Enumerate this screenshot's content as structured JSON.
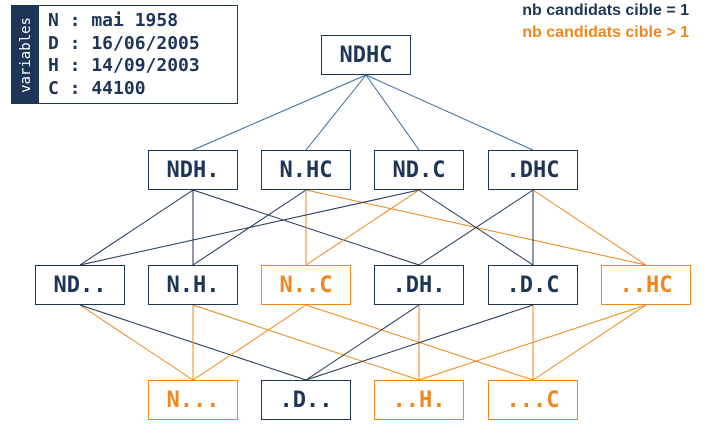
{
  "variables": {
    "tab_label": "variables",
    "lines": [
      "N : mai 1958",
      "D : 16/06/2005",
      "H : 14/09/2003",
      "C : 44100"
    ]
  },
  "legend": {
    "single": "nb candidats cible = 1",
    "multiple": "nb candidats cible > 1"
  },
  "colors": {
    "single": "#1d3557",
    "multiple": "#f0871c"
  },
  "lattice": {
    "nodes": [
      {
        "id": "NDHC",
        "label": "NDHC",
        "status": "single"
      },
      {
        "id": "NDH",
        "label": "NDH.",
        "status": "single"
      },
      {
        "id": "NHC",
        "label": "N.HC",
        "status": "single"
      },
      {
        "id": "NDC",
        "label": "ND.C",
        "status": "single"
      },
      {
        "id": "DHC",
        "label": ".DHC",
        "status": "single"
      },
      {
        "id": "ND",
        "label": "ND..",
        "status": "single"
      },
      {
        "id": "NH",
        "label": "N.H.",
        "status": "single"
      },
      {
        "id": "NC",
        "label": "N..C",
        "status": "multiple"
      },
      {
        "id": "DH",
        "label": ".DH.",
        "status": "single"
      },
      {
        "id": "DC",
        "label": ".D.C",
        "status": "single"
      },
      {
        "id": "HC",
        "label": "..HC",
        "status": "multiple"
      },
      {
        "id": "N",
        "label": "N...",
        "status": "multiple"
      },
      {
        "id": "D",
        "label": ".D..",
        "status": "single"
      },
      {
        "id": "H",
        "label": "..H.",
        "status": "multiple"
      },
      {
        "id": "C",
        "label": "...C",
        "status": "multiple"
      }
    ],
    "edges": [
      [
        "NDHC",
        "NDH"
      ],
      [
        "NDHC",
        "NHC"
      ],
      [
        "NDHC",
        "NDC"
      ],
      [
        "NDHC",
        "DHC"
      ],
      [
        "NDH",
        "ND"
      ],
      [
        "NDH",
        "NH"
      ],
      [
        "NDH",
        "DH"
      ],
      [
        "NHC",
        "NH"
      ],
      [
        "NHC",
        "NC"
      ],
      [
        "NHC",
        "HC"
      ],
      [
        "NDC",
        "ND"
      ],
      [
        "NDC",
        "NC"
      ],
      [
        "NDC",
        "DC"
      ],
      [
        "DHC",
        "DH"
      ],
      [
        "DHC",
        "DC"
      ],
      [
        "DHC",
        "HC"
      ],
      [
        "ND",
        "N"
      ],
      [
        "ND",
        "D"
      ],
      [
        "NH",
        "N"
      ],
      [
        "NH",
        "H"
      ],
      [
        "NC",
        "N"
      ],
      [
        "NC",
        "C"
      ],
      [
        "DH",
        "D"
      ],
      [
        "DH",
        "H"
      ],
      [
        "DC",
        "D"
      ],
      [
        "DC",
        "C"
      ],
      [
        "HC",
        "H"
      ],
      [
        "HC",
        "C"
      ]
    ]
  }
}
